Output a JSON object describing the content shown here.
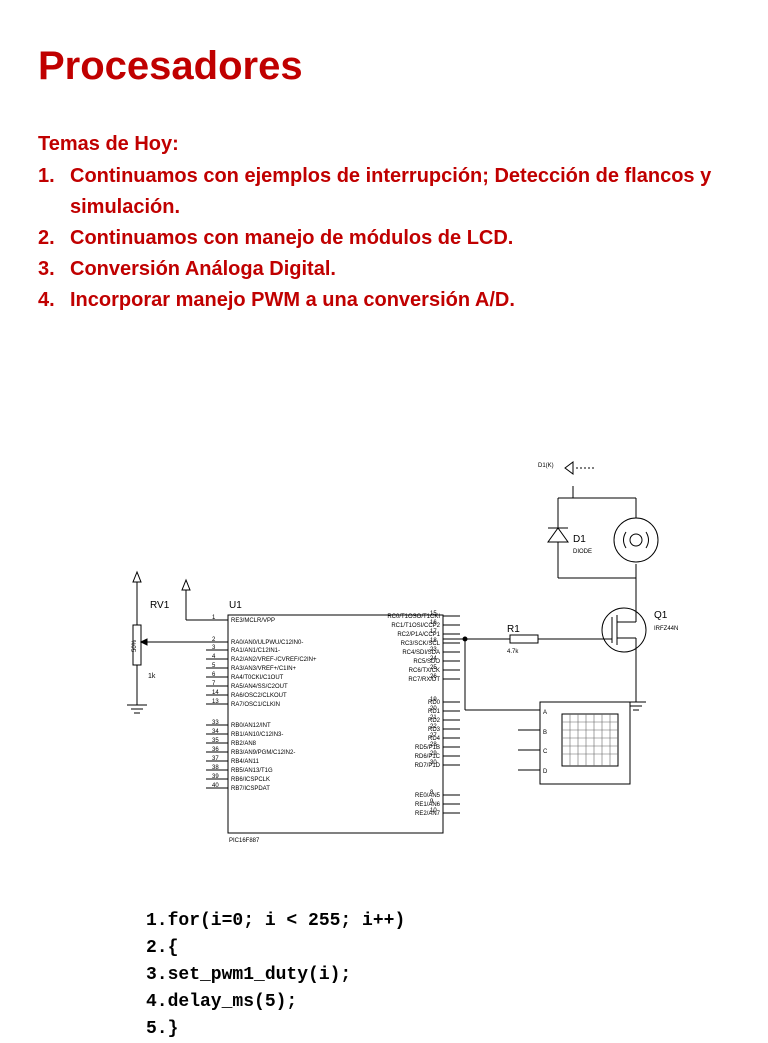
{
  "slide": {
    "title": "Procesadores",
    "topics_heading": "Temas de Hoy:",
    "topics": [
      {
        "num": "1.",
        "text": "Continuamos con ejemplos de interrupción; Detección de flancos y simulación."
      },
      {
        "num": "2.",
        "text": "Continuamos con manejo de módulos de LCD."
      },
      {
        "num": "3.",
        "text": "Conversión Análoga Digital."
      },
      {
        "num": "4.",
        "text": "Incorporar manejo PWM a una conversión A/D."
      }
    ]
  },
  "schematic": {
    "rv1": {
      "ref": "RV1",
      "value": "1k",
      "pin_label": "50%"
    },
    "u1": {
      "ref": "U1",
      "part": "PIC16F887",
      "left_pins": [
        {
          "num": "1",
          "name": "RE3/MCLR/VPP"
        },
        {
          "num": "2",
          "name": "RA0/AN0/ULPWU/C12IN0-"
        },
        {
          "num": "3",
          "name": "RA1/AN1/C12IN1-"
        },
        {
          "num": "4",
          "name": "RA2/AN2/VREF-/CVREF/C2IN+"
        },
        {
          "num": "5",
          "name": "RA3/AN3/VREF+/C1IN+"
        },
        {
          "num": "6",
          "name": "RA4/T0CKI/C1OUT"
        },
        {
          "num": "7",
          "name": "RA5/AN4/SS/C2OUT"
        },
        {
          "num": "14",
          "name": "RA6/OSC2/CLKOUT"
        },
        {
          "num": "13",
          "name": "RA7/OSC1/CLKIN"
        },
        {
          "num": "33",
          "name": "RB0/AN12/INT"
        },
        {
          "num": "34",
          "name": "RB1/AN10/C12IN3-"
        },
        {
          "num": "35",
          "name": "RB2/AN8"
        },
        {
          "num": "36",
          "name": "RB3/AN9/PGM/C12IN2-"
        },
        {
          "num": "37",
          "name": "RB4/AN11"
        },
        {
          "num": "38",
          "name": "RB5/AN13/T1G"
        },
        {
          "num": "39",
          "name": "RB6/ICSPCLK"
        },
        {
          "num": "40",
          "name": "RB7/ICSPDAT"
        }
      ],
      "right_pins": [
        {
          "num": "15",
          "name": "RC0/T1OSO/T1CKI"
        },
        {
          "num": "16",
          "name": "RC1/T1OSI/CCP2"
        },
        {
          "num": "17",
          "name": "RC2/P1A/CCP1"
        },
        {
          "num": "18",
          "name": "RC3/SCK/SCL"
        },
        {
          "num": "23",
          "name": "RC4/SDI/SDA"
        },
        {
          "num": "24",
          "name": "RC5/SDO"
        },
        {
          "num": "25",
          "name": "RC6/TX/CK"
        },
        {
          "num": "26",
          "name": "RC7/RX/DT"
        },
        {
          "num": "19",
          "name": "RD0"
        },
        {
          "num": "20",
          "name": "RD1"
        },
        {
          "num": "21",
          "name": "RD2"
        },
        {
          "num": "22",
          "name": "RD3"
        },
        {
          "num": "27",
          "name": "RD4"
        },
        {
          "num": "28",
          "name": "RD5/P1B"
        },
        {
          "num": "29",
          "name": "RD6/P1C"
        },
        {
          "num": "30",
          "name": "RD7/P1D"
        },
        {
          "num": "8",
          "name": "RE0/AN5"
        },
        {
          "num": "9",
          "name": "RE1/AN6"
        },
        {
          "num": "10",
          "name": "RE2/AN7"
        }
      ]
    },
    "r1": {
      "ref": "R1",
      "value": "4.7k"
    },
    "q1": {
      "ref": "Q1",
      "value": "IRFZ44N"
    },
    "d1": {
      "ref": "D1",
      "value": "DIODE",
      "probe": "D1(K)"
    },
    "display_inputs": [
      "A",
      "B",
      "C",
      "D"
    ]
  },
  "code": {
    "lines": [
      "1.for(i=0; i < 255; i++)",
      "2.{",
      "3.set_pwm1_duty(i);",
      "4.delay_ms(5);",
      "5.}"
    ]
  }
}
